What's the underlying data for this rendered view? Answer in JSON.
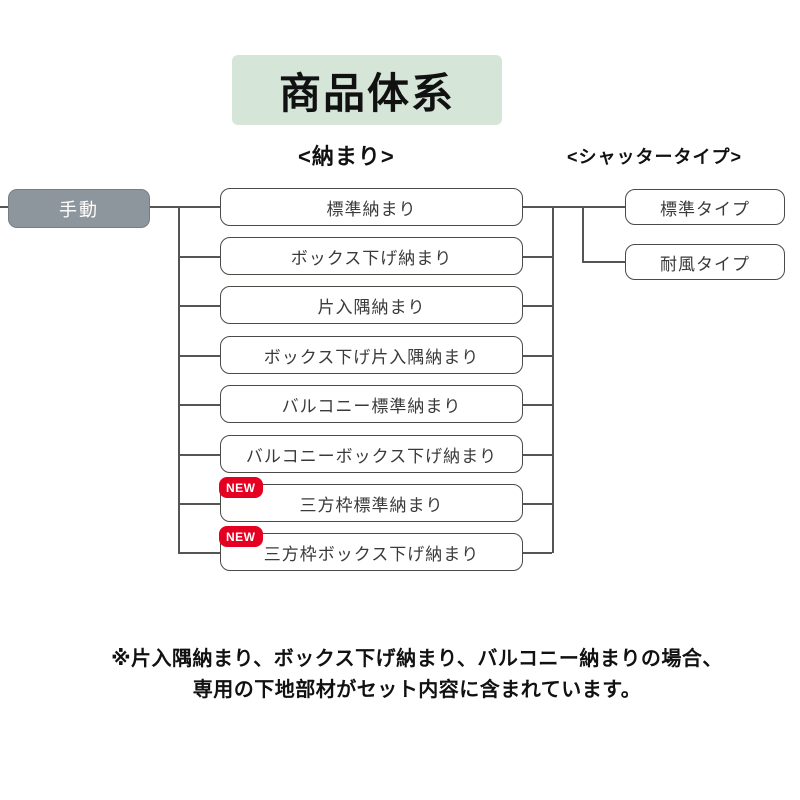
{
  "title": "商品体系",
  "headers": {
    "osamari": "<納まり>",
    "shutter_type": "<シャッタータイプ>"
  },
  "root": {
    "label": "手動"
  },
  "badge_label": "NEW",
  "osamari_items": [
    {
      "label": "標準納まり",
      "new": false
    },
    {
      "label": "ボックス下げ納まり",
      "new": false
    },
    {
      "label": "片入隅納まり",
      "new": false
    },
    {
      "label": "ボックス下げ片入隅納まり",
      "new": false
    },
    {
      "label": "バルコニー標準納まり",
      "new": false
    },
    {
      "label": "バルコニーボックス下げ納まり",
      "new": false
    },
    {
      "label": "三方枠標準納まり",
      "new": true
    },
    {
      "label": "三方枠ボックス下げ納まり",
      "new": true
    }
  ],
  "shutter_types": [
    {
      "label": "標準タイプ"
    },
    {
      "label": "耐風タイプ"
    }
  ],
  "note_lines": [
    "※片入隅納まり、ボックス下げ納まり、バルコニー納まりの場合、",
    "専用の下地部材がセット内容に含まれています。"
  ],
  "colors": {
    "title_bg": "#d5e6d9",
    "root_bg": "#8e969d",
    "badge_bg": "#e50022",
    "line": "#555555",
    "box_border": "#4a4a46"
  }
}
